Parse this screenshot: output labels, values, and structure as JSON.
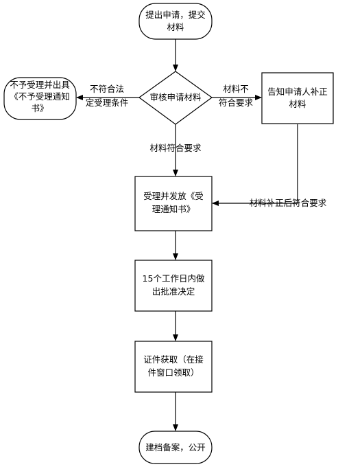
{
  "nodes": {
    "submit": {
      "line1": "提出申请，提交",
      "line2": "材料"
    },
    "review": {
      "line1": "审核申请材料"
    },
    "reject": {
      "line1": "不予受理并出具",
      "line2": "《不予受理通知",
      "line3": "书》"
    },
    "notify": {
      "line1": "告知申请人补正",
      "line2": "材料"
    },
    "accept": {
      "line1": "受理并发放《受",
      "line2": "理通知书》"
    },
    "decide": {
      "line1": "15个工作日内做",
      "line2": "出批准决定"
    },
    "collect": {
      "line1": "证件获取（在接",
      "line2": "件窗口领取）"
    },
    "archive": {
      "line1": "建档备案，公开"
    }
  },
  "edges": {
    "not_legal": {
      "line1": "不符合法",
      "line2": "定受理条件"
    },
    "not_meet": {
      "line1": "材料不",
      "line2": "符合要求"
    },
    "meets": {
      "line1": "材料符合要求"
    },
    "corrected": {
      "line1": "材料补正后符合要求"
    }
  }
}
